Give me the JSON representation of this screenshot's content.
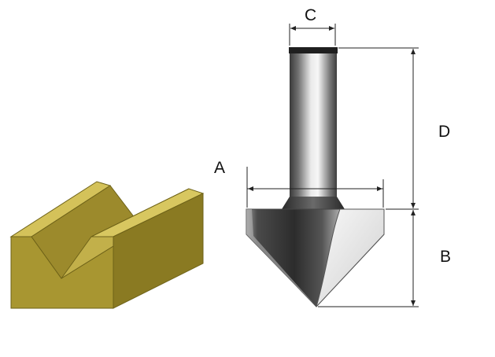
{
  "diagram": {
    "dimensions": {
      "a": "A",
      "b": "B",
      "c": "C",
      "d": "D"
    },
    "colors": {
      "workpiece_front": "#a89631",
      "workpiece_top": "#d1bf56",
      "workpiece_side": "#8a7a22",
      "steel_dark": "#2e2e2e",
      "steel_light": "#f2f2f2",
      "dimension_line": "#222222",
      "label": "#111111"
    },
    "icons": {
      "workpiece": "v-groove-block",
      "tool": "v-groove-router-bit"
    }
  }
}
